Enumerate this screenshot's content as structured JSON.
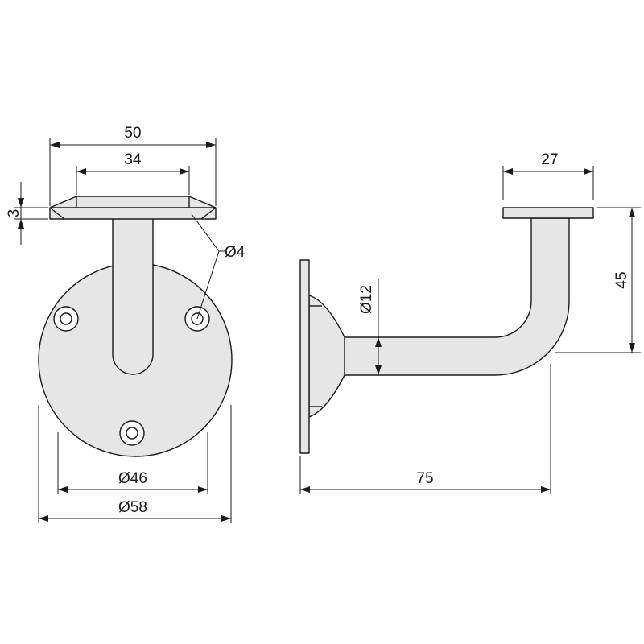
{
  "front_view": {
    "top_plate_width": "50",
    "top_plate_hole_spacing": "34",
    "top_plate_thickness": "3",
    "hole_diameter": "Ø4",
    "base_hole_circle": "Ø46",
    "base_diameter": "Ø58"
  },
  "side_view": {
    "top_plate_length": "27",
    "height": "45",
    "rod_diameter": "Ø12",
    "projection": "75"
  },
  "colors": {
    "part_fill": "#e6e6e6",
    "line": "#1a1a1a"
  }
}
